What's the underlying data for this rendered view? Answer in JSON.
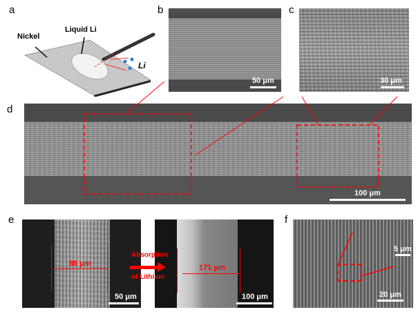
{
  "panels": {
    "a": {
      "label": "a",
      "nickel": "Nickel",
      "liquid_li": "Liquid Li",
      "li": "Li"
    },
    "b": {
      "label": "b",
      "scale": "50 μm"
    },
    "c": {
      "label": "c",
      "scale": "30 μm"
    },
    "d": {
      "label": "d",
      "scale": "100 μm"
    },
    "e": {
      "label": "e",
      "scale_left": "50 μm",
      "scale_right": "100 μm",
      "width_before": "88 μm",
      "width_after": "171 μm",
      "arrow_top": "Absorption",
      "arrow_bottom": "of Lithium"
    },
    "f": {
      "label": "f",
      "scale_inset": "5 μm",
      "scale": "20 μm"
    }
  },
  "colors": {
    "annotation": "#ff0000"
  }
}
